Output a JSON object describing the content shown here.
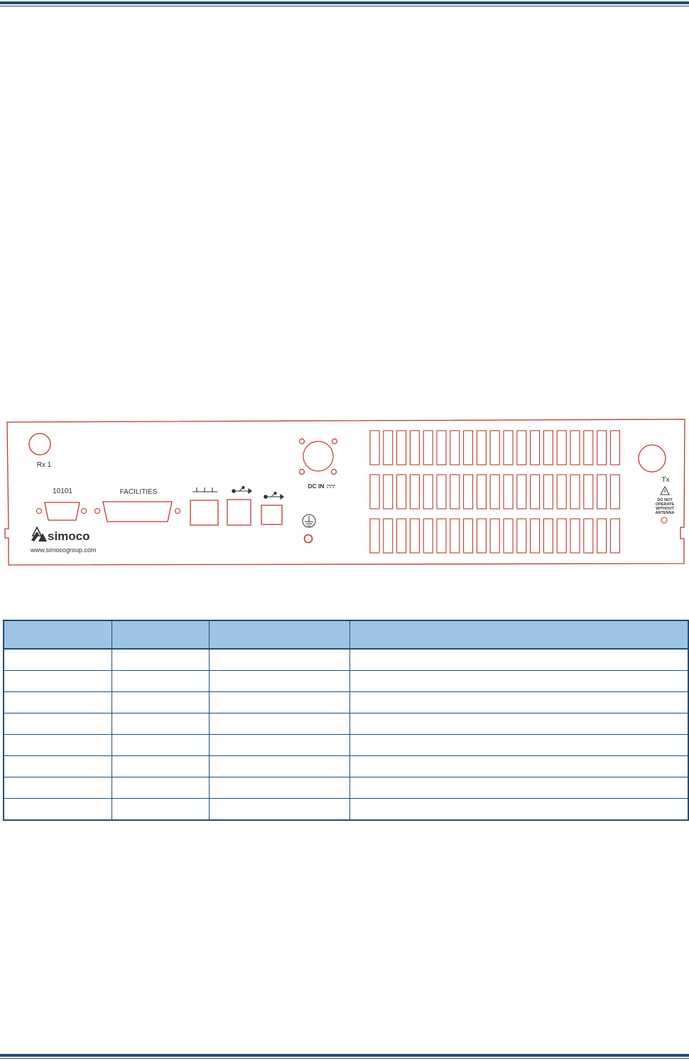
{
  "panel": {
    "labels": {
      "rx1": "Rx 1",
      "port_10101": "10101",
      "facilities": "FACILITIES",
      "dc_in": "DC IN",
      "tx": "Tx",
      "warning_line1": "DO NOT",
      "warning_line2": "OPERATE",
      "warning_line3": "WITHOUT",
      "warning_line4": "ANTENNA",
      "brand": "simoco",
      "website": "www.simocogroup.com"
    },
    "icons": [
      "network-icon",
      "usb-icon",
      "usb-icon",
      "ground-icon",
      "warning-icon",
      "simoco-logo-icon"
    ],
    "line_color": "#c0392b"
  },
  "table": {
    "header_color": "#9dc3e6",
    "border_color": "#1f4e79",
    "headers": [
      "",
      "",
      "",
      ""
    ],
    "rows": [
      [
        "",
        "",
        "",
        ""
      ],
      [
        "",
        "",
        "",
        ""
      ],
      [
        "",
        "",
        "",
        ""
      ],
      [
        "",
        "",
        "",
        ""
      ],
      [
        "",
        "",
        "",
        ""
      ],
      [
        "",
        "",
        "",
        ""
      ],
      [
        "",
        "",
        "",
        ""
      ],
      [
        "",
        "",
        "",
        ""
      ]
    ]
  }
}
